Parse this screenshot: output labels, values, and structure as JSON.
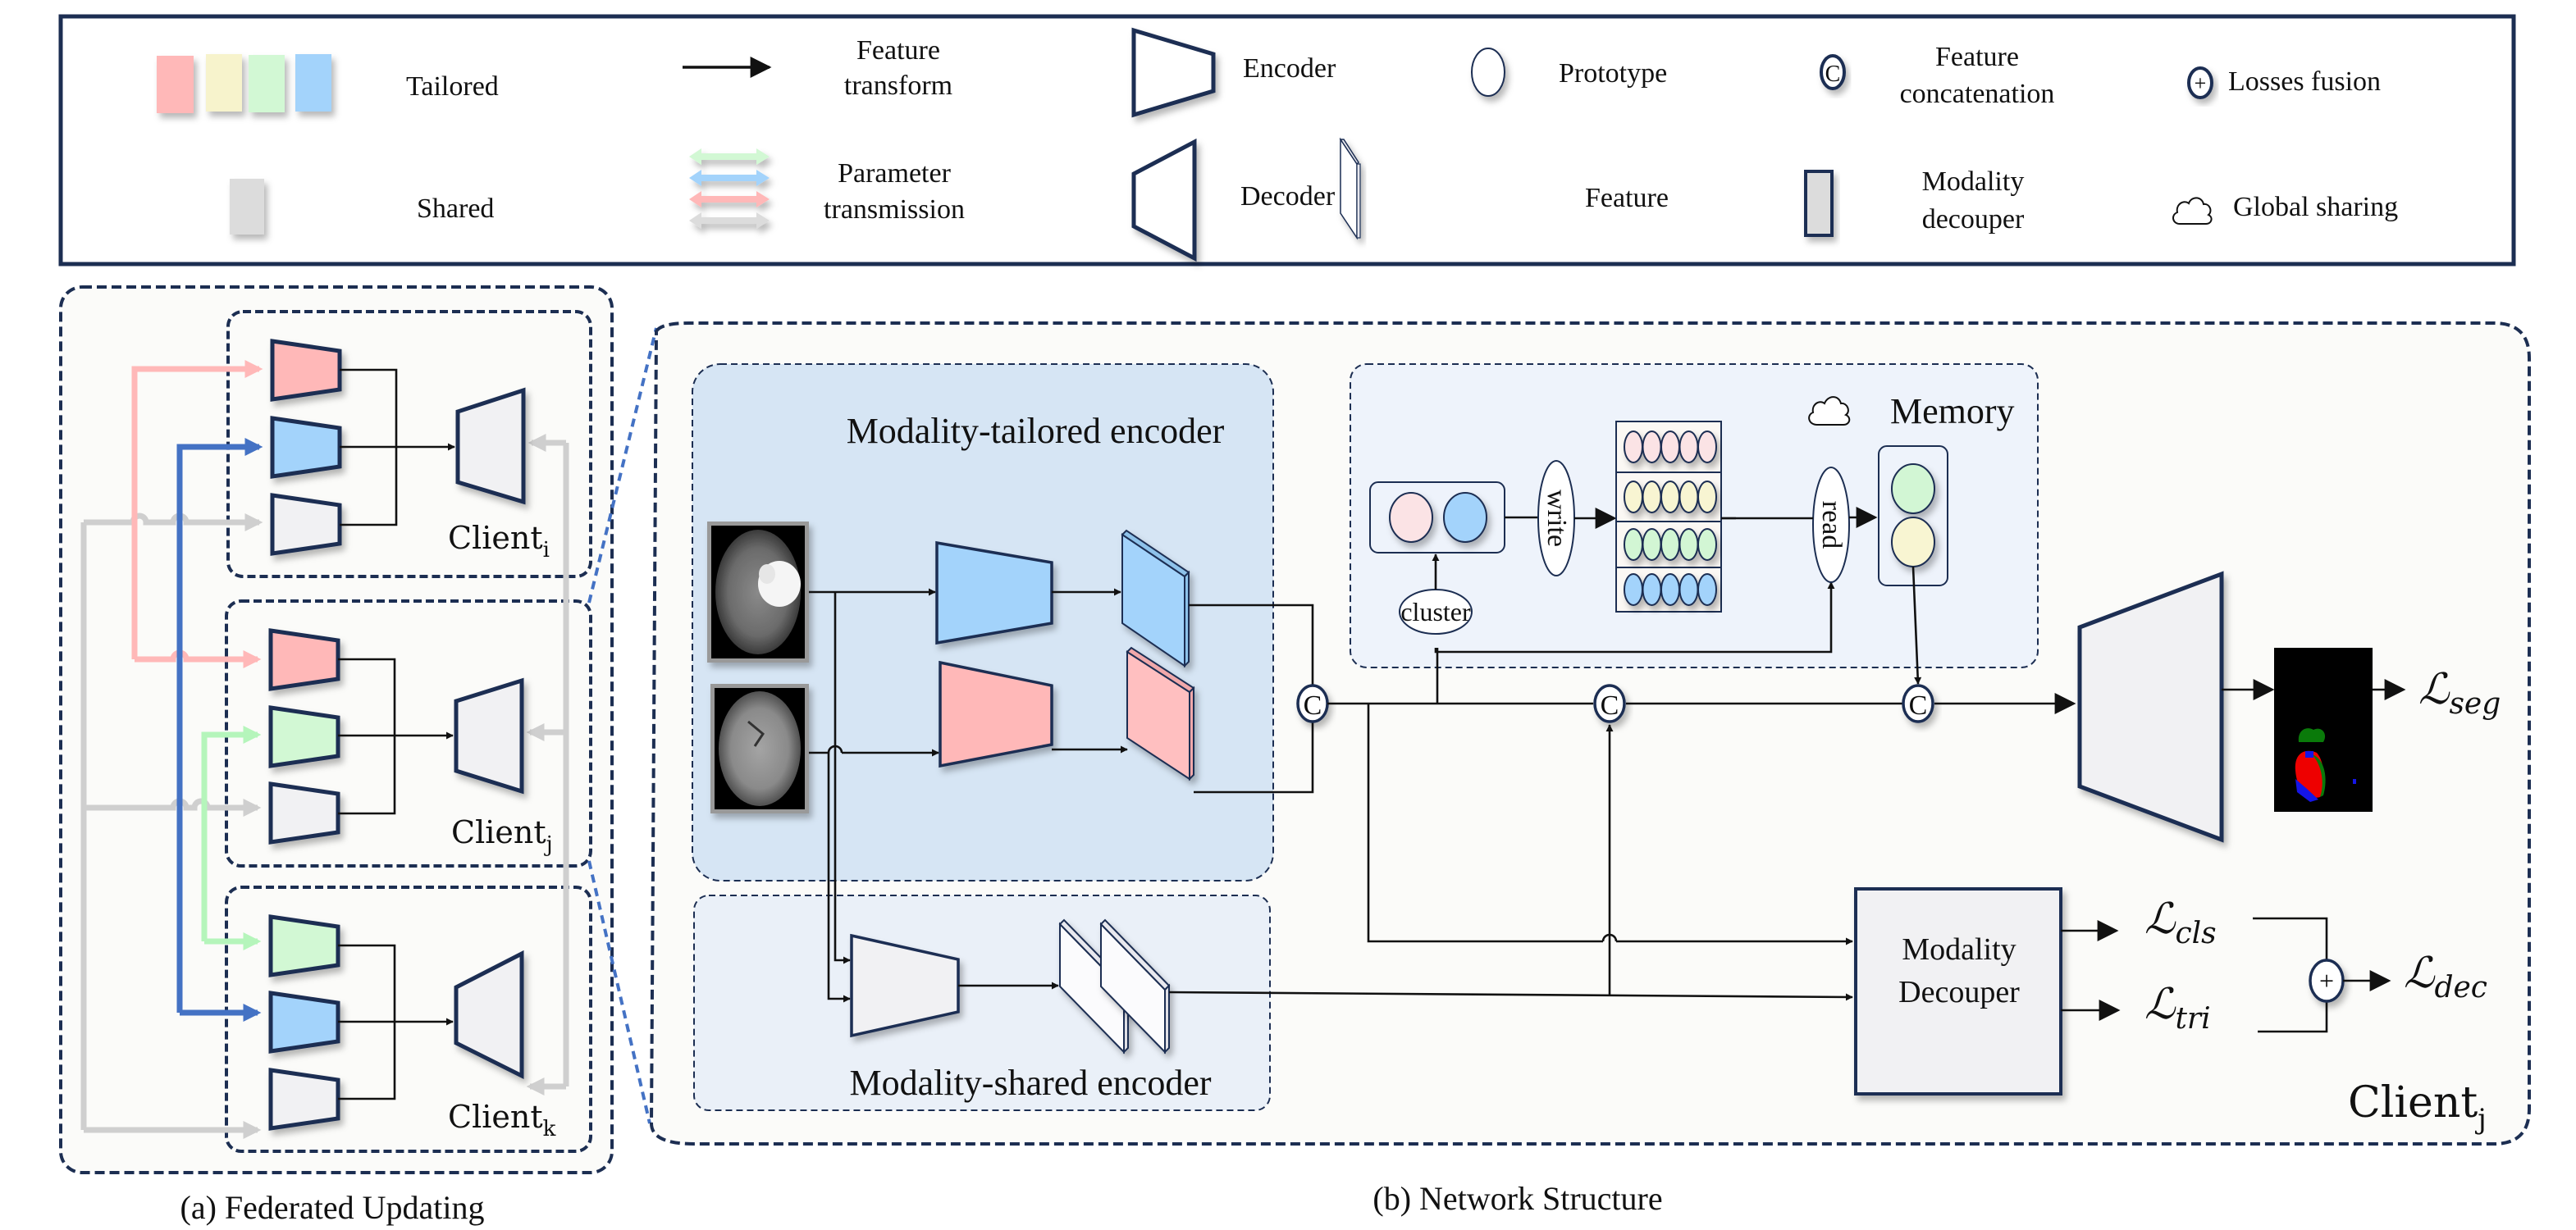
{
  "legend": {
    "items": [
      {
        "id": "tailored",
        "label": "Tailored",
        "icon": "color-blocks-icon"
      },
      {
        "id": "shared",
        "label": "Shared",
        "icon": "gray-block-icon"
      },
      {
        "id": "feature_transform",
        "label_line1": "Feature",
        "label_line2": "transform",
        "icon": "arrow-right-icon"
      },
      {
        "id": "parameter_transmission",
        "label_line1": "Parameter",
        "label_line2": "transmission",
        "icon": "double-arrow-icon"
      },
      {
        "id": "encoder",
        "label": "Encoder",
        "icon": "encoder-trapezoid-icon"
      },
      {
        "id": "decoder",
        "label": "Decoder",
        "icon": "decoder-trapezoid-icon"
      },
      {
        "id": "prototype",
        "label": "Prototype",
        "icon": "circle-icon"
      },
      {
        "id": "feature",
        "label": "Feature",
        "icon": "feature-slab-icon"
      },
      {
        "id": "feature_concatenation",
        "label_line1": "Feature",
        "label_line2": "concatenation",
        "icon": "concat-c-icon",
        "glyph": "C"
      },
      {
        "id": "modality_decouper",
        "label_line1": "Modality",
        "label_line2": "decouper",
        "icon": "gray-box-icon"
      },
      {
        "id": "losses_fusion",
        "label": "Losses fusion",
        "icon": "plus-circle-icon",
        "glyph": "+"
      },
      {
        "id": "global_sharing",
        "label": "Global sharing",
        "icon": "cloud-icon"
      }
    ]
  },
  "colors": {
    "pink": "#ffb8b8",
    "yellow": "#f7f3cc",
    "green": "#d2f8d4",
    "blue": "#a3d3fb",
    "gray": "#dcdcdc",
    "encoder_gray": "#f1f1f3",
    "navy": "#1c2e52",
    "link_blue": "#4472c4",
    "tailored_bg": "#d6e5f4",
    "shared_bg": "#eaf0f8",
    "memory_bg": "#eef3fb",
    "proto_pink": "#fbe3e5",
    "proto_yellow": "#f8f5d2",
    "proto_green": "#d2f6d4",
    "proto_blue": "#a3d3fb"
  },
  "panel_a": {
    "caption": "(a) Federated Updating",
    "clients": [
      {
        "name": "Client",
        "sub": "i"
      },
      {
        "name": "Client",
        "sub": "j"
      },
      {
        "name": "Client",
        "sub": "k"
      }
    ]
  },
  "panel_b": {
    "caption": "(b) Network Structure",
    "tailored_title": "Modality-tailored  encoder",
    "shared_title": "Modality-shared  encoder",
    "memory_title": "Memory",
    "write_label": "write",
    "read_label": "read",
    "cluster_label": "cluster",
    "concat_glyph": "C",
    "plus_glyph": "+",
    "decouper_line1": "Modality",
    "decouper_line2": "Decouper",
    "client_name": "Client",
    "client_sub": "j",
    "loss_symbol": "ℒ",
    "loss_seg": "seg",
    "loss_cls": "cls",
    "loss_tri": "tri",
    "loss_dec": "dec"
  }
}
